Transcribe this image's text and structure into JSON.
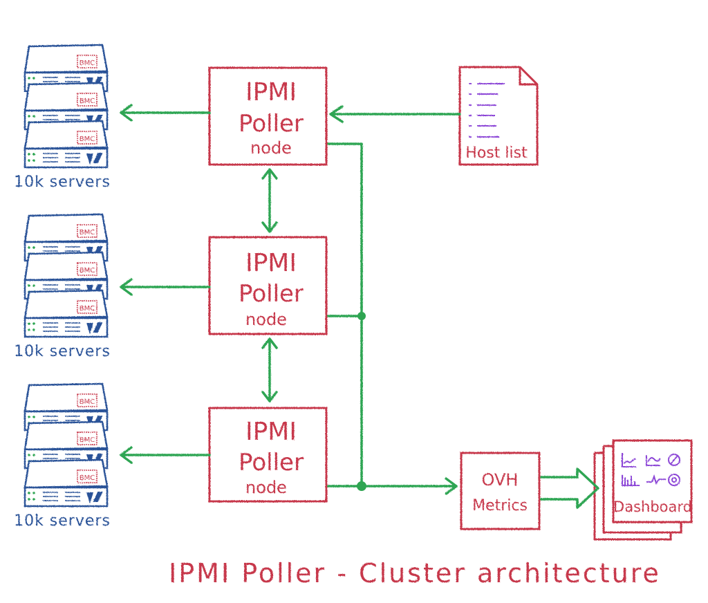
{
  "title": "IPMI Poller - Cluster architecture",
  "server_groups": [
    {
      "label": "10k servers",
      "chip_label": "BMC"
    },
    {
      "label": "10k servers",
      "chip_label": "BMC"
    },
    {
      "label": "10k servers",
      "chip_label": "BMC"
    }
  ],
  "pollers": [
    {
      "line1": "IPMI",
      "line2": "Poller",
      "line3": "node"
    },
    {
      "line1": "IPMI",
      "line2": "Poller",
      "line3": "node"
    },
    {
      "line1": "IPMI",
      "line2": "Poller",
      "line3": "node"
    }
  ],
  "host_list": {
    "label": "Host list"
  },
  "metrics": {
    "line1": "OVH",
    "line2": "Metrics"
  },
  "dashboard": {
    "label": "Dashboard",
    "icons": [
      "line-chart-icon",
      "area-chart-icon",
      "pie-chart-icon",
      "bar-chart-icon",
      "sparkline-icon",
      "donut-chart-icon"
    ]
  },
  "colors": {
    "red": "#c7394b",
    "green": "#2fa552",
    "blue": "#2b5298",
    "purple": "#8b45d6"
  }
}
